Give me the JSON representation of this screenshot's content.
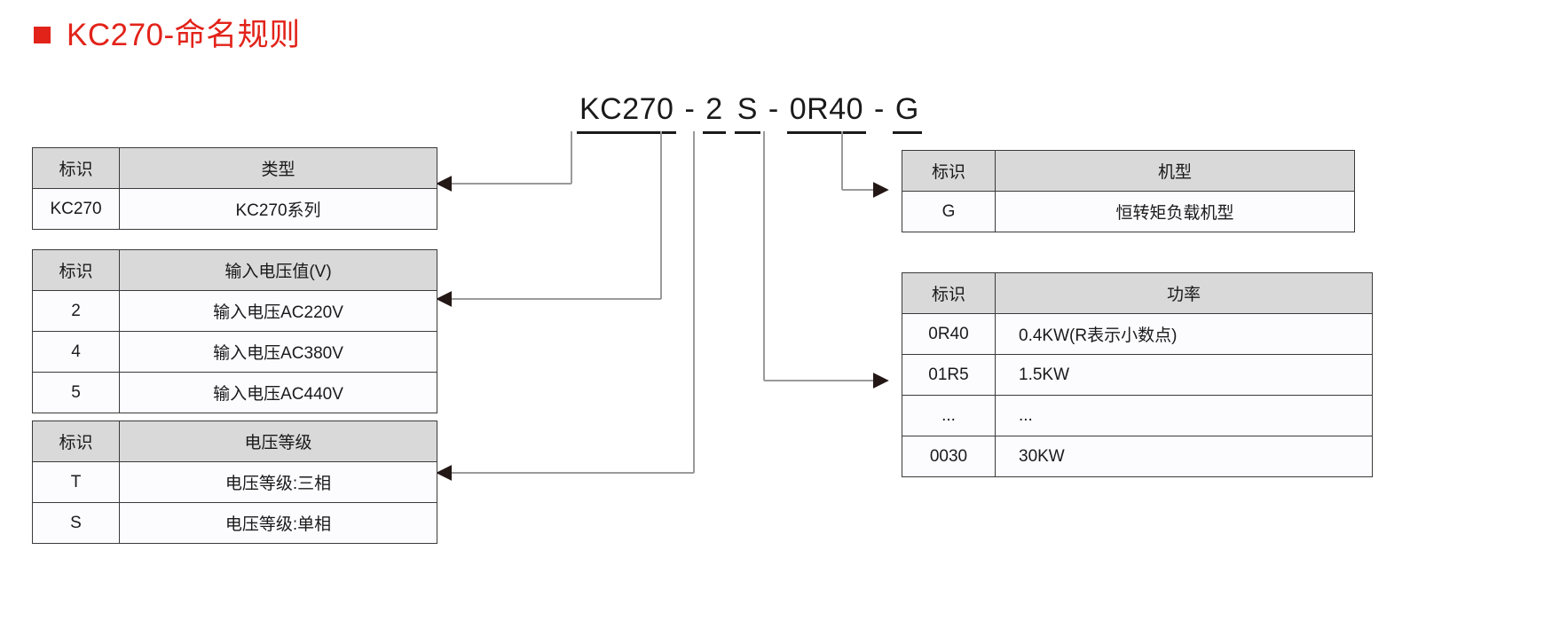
{
  "header": {
    "bullet_color": "#e2231a",
    "title": "KC270-命名规则"
  },
  "model_code": {
    "segments": [
      {
        "text": "KC270",
        "underlined": true
      },
      {
        "text": "-",
        "underlined": false
      },
      {
        "text": "2",
        "underlined": true
      },
      {
        "text": "S",
        "underlined": true
      },
      {
        "text": "-",
        "underlined": false
      },
      {
        "text": "0R40",
        "underlined": true
      },
      {
        "text": "-",
        "underlined": false
      },
      {
        "text": "G",
        "underlined": true
      }
    ],
    "full": "KC270 - 2 S - 0R40 - G"
  },
  "tables": {
    "type": {
      "name": "类型",
      "headers": [
        "标识",
        "类型"
      ],
      "rows": [
        {
          "id": "KC270",
          "value": "KC270系列"
        }
      ]
    },
    "input_voltage": {
      "name": "输入电压值(V)",
      "headers": [
        "标识",
        "输入电压值(V)"
      ],
      "rows": [
        {
          "id": "2",
          "value": "输入电压AC220V"
        },
        {
          "id": "4",
          "value": "输入电压AC380V"
        },
        {
          "id": "5",
          "value": "输入电压AC440V"
        }
      ]
    },
    "voltage_class": {
      "name": "电压等级",
      "headers": [
        "标识",
        "电压等级"
      ],
      "rows": [
        {
          "id": "T",
          "value": "电压等级:三相"
        },
        {
          "id": "S",
          "value": "电压等级:单相"
        }
      ]
    },
    "machine_type": {
      "name": "机型",
      "headers": [
        "标识",
        "机型"
      ],
      "rows": [
        {
          "id": "G",
          "value": "恒转矩负载机型"
        }
      ]
    },
    "power": {
      "name": "功率",
      "headers": [
        "标识",
        "功率"
      ],
      "rows": [
        {
          "id": "0R40",
          "value": "0.4KW(R表示小数点)"
        },
        {
          "id": "01R5",
          "value": "1.5KW"
        },
        {
          "id": "...",
          "value": "..."
        },
        {
          "id": "0030",
          "value": "30KW"
        }
      ]
    }
  }
}
